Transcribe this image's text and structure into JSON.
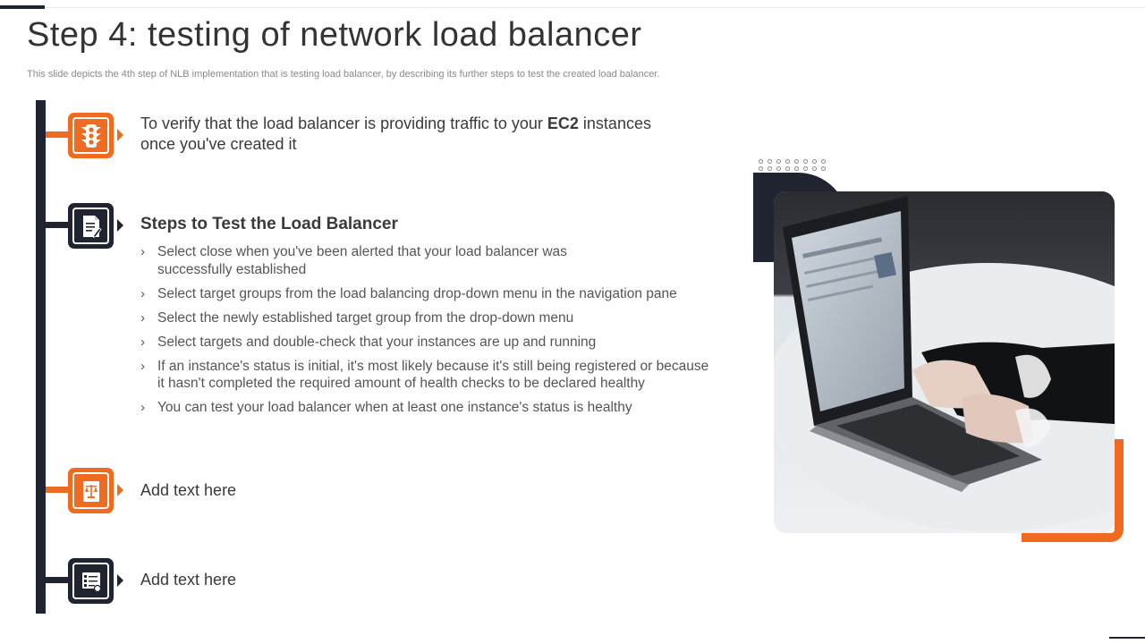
{
  "slide": {
    "title": "Step 4: testing of network load balancer",
    "subtitle": "This slide depicts the 4th step of NLB implementation that is testing load balancer, by describing its further steps to test the created load balancer."
  },
  "items": [
    {
      "icon": "traffic-light-icon",
      "text_before": "To verify that the load balancer is providing traffic to your ",
      "text_bold": "EC2",
      "text_after": " instances",
      "text_line2": "once you've created it"
    },
    {
      "icon": "document-edit-icon",
      "heading": "Steps to Test the Load Balancer",
      "steps": [
        {
          "line1": "Select close when you've been alerted that your load balancer was",
          "line2": "successfully established"
        },
        {
          "line1": "Select target groups from the load balancing drop-down menu in the navigation pane",
          "line2": ""
        },
        {
          "line1": "Select the newly established target group from the drop-down menu",
          "line2": ""
        },
        {
          "line1": "Select targets and double-check that your instances are up and running",
          "line2": ""
        },
        {
          "line1": "If an instance's status is initial, it's most likely because it's still being registered or because",
          "line2": "it hasn't completed the required amount of health checks to be declared healthy"
        },
        {
          "line1": "You can test your load balancer when at least one instance's status is healthy",
          "line2": ""
        }
      ]
    },
    {
      "icon": "balance-scale-book-icon",
      "text": "Add text here"
    },
    {
      "icon": "checklist-board-icon",
      "text": "Add text here"
    }
  ],
  "bullet_glyph": "›",
  "photo": {
    "subject": "laptop-typing-photo"
  },
  "colors": {
    "accent": "#ee6b1f",
    "dark": "#1f2430",
    "text": "#3a3a3a"
  }
}
